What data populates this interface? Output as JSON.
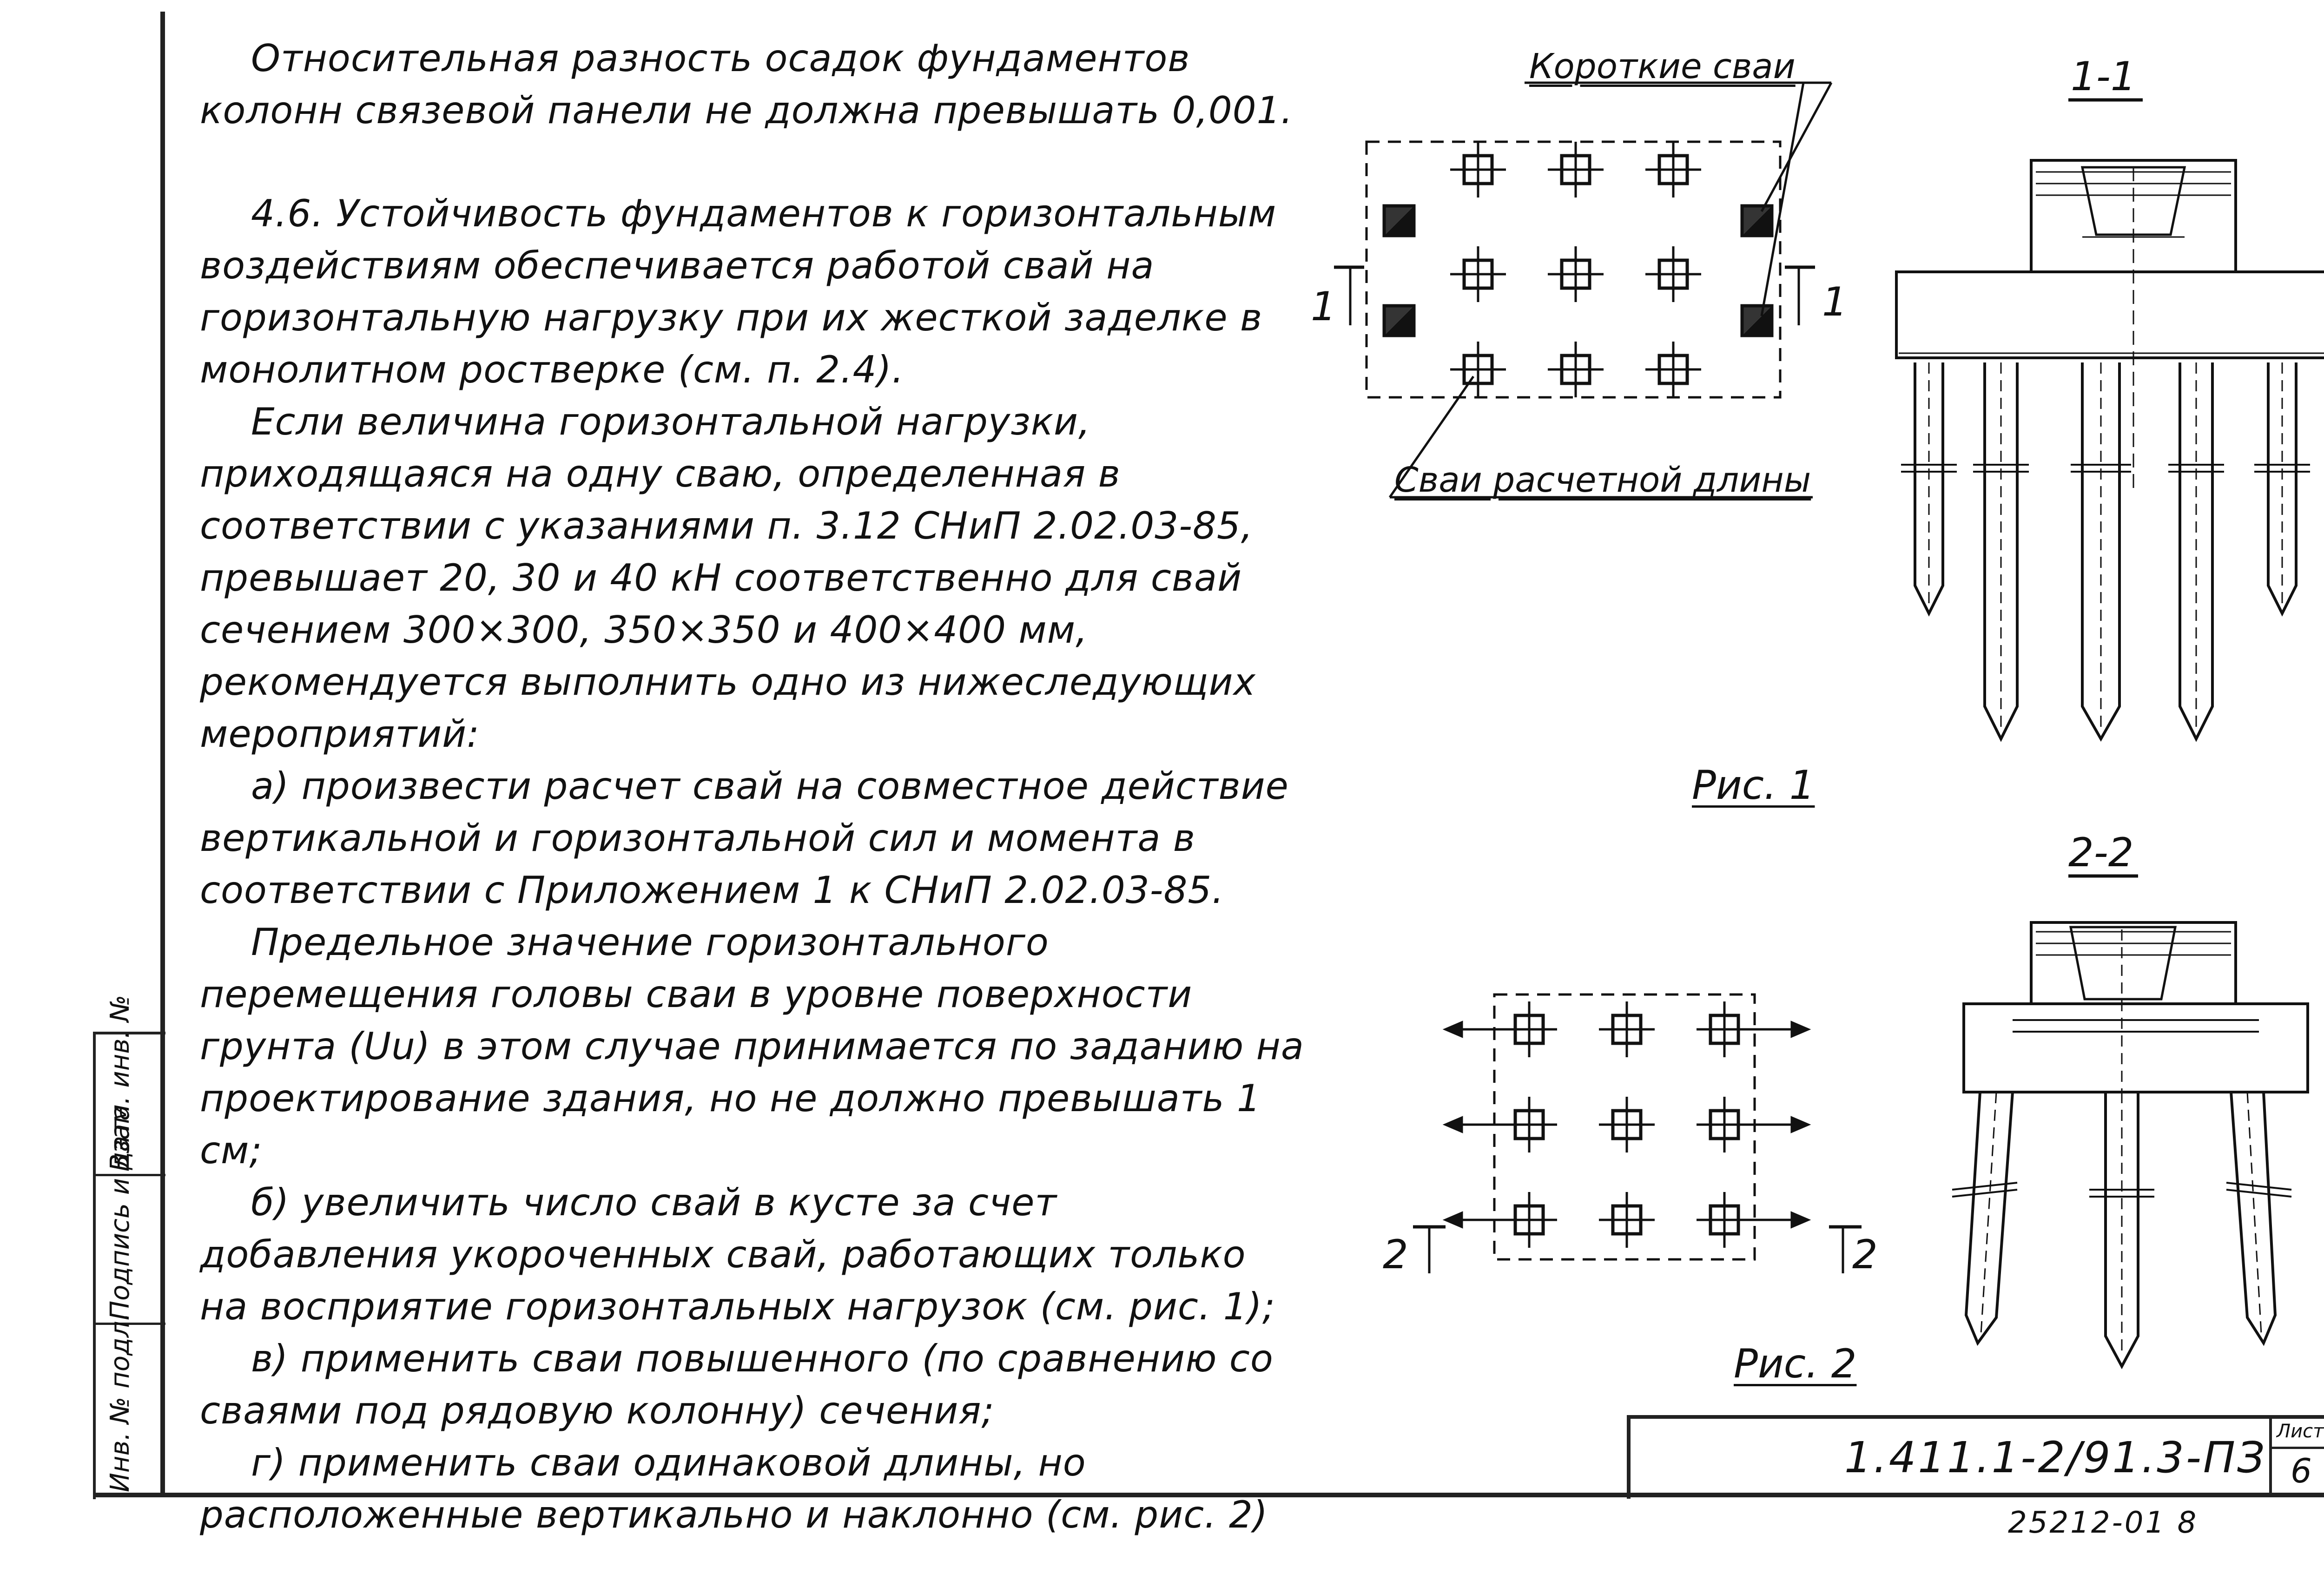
{
  "text": {
    "p1": "Относительная разность осадок фундаментов колонн связевой панели не должна превышать 0,001.",
    "p2": "4.6. Устойчивость фундаментов к горизонтальным воздействиям обеспечивается работой свай на горизонтальную нагрузку при их жесткой заделке в монолитном ростверке (см. п. 2.4).",
    "p3": "Если величина горизонтальной нагрузки, приходящаяся на одну сваю, определенная в соответствии с указаниями п. 3.12 СНиП 2.02.03-85, превышает 20, 30 и 40 кН соответственно для свай сечением 300×300, 350×350 и 400×400 мм, рекомендуется выполнить одно из нижеследующих мероприятий:",
    "p4": "а) произвести расчет свай на совместное действие вертикальной и горизонтальной сил и момента в соответствии с Приложением 1 к СНиП 2.02.03-85.",
    "p5": "Предельное значение горизонтального перемещения головы сваи в уровне поверхности грунта (Uu) в этом случае принимается по заданию на проектирование здания, но не должно превышать 1 см;",
    "p6": "б) увеличить число свай в кусте за счет добавления укороченных свай, работающих только на восприятие горизонтальных нагрузок (см. рис. 1);",
    "p7": "в) применить сваи повышенного (по сравнению со сваями под рядовую колонну) сечения;",
    "p8": "г) применить сваи одинаковой длины, но расположенные вертикально и наклонно (см. рис. 2)"
  },
  "figures": {
    "label_short_piles": "Короткие сваи",
    "label_design_piles": "Сваи расчетной длины",
    "section_1": "1-1",
    "section_2": "2-2",
    "fig1": "Рис. 1",
    "fig2": "Рис. 2",
    "mark_1": "1",
    "mark_2": "2"
  },
  "stamp": {
    "col1": "Инв. № подл.",
    "col2": "Подпись и дата",
    "col3": "Взам. инв. №"
  },
  "titleblock": {
    "code": "1.411.1-2/91.3-ПЗ",
    "sheet_label": "Лист",
    "sheet_number": "6"
  },
  "footer": {
    "archive_number": "25212-01 8"
  }
}
